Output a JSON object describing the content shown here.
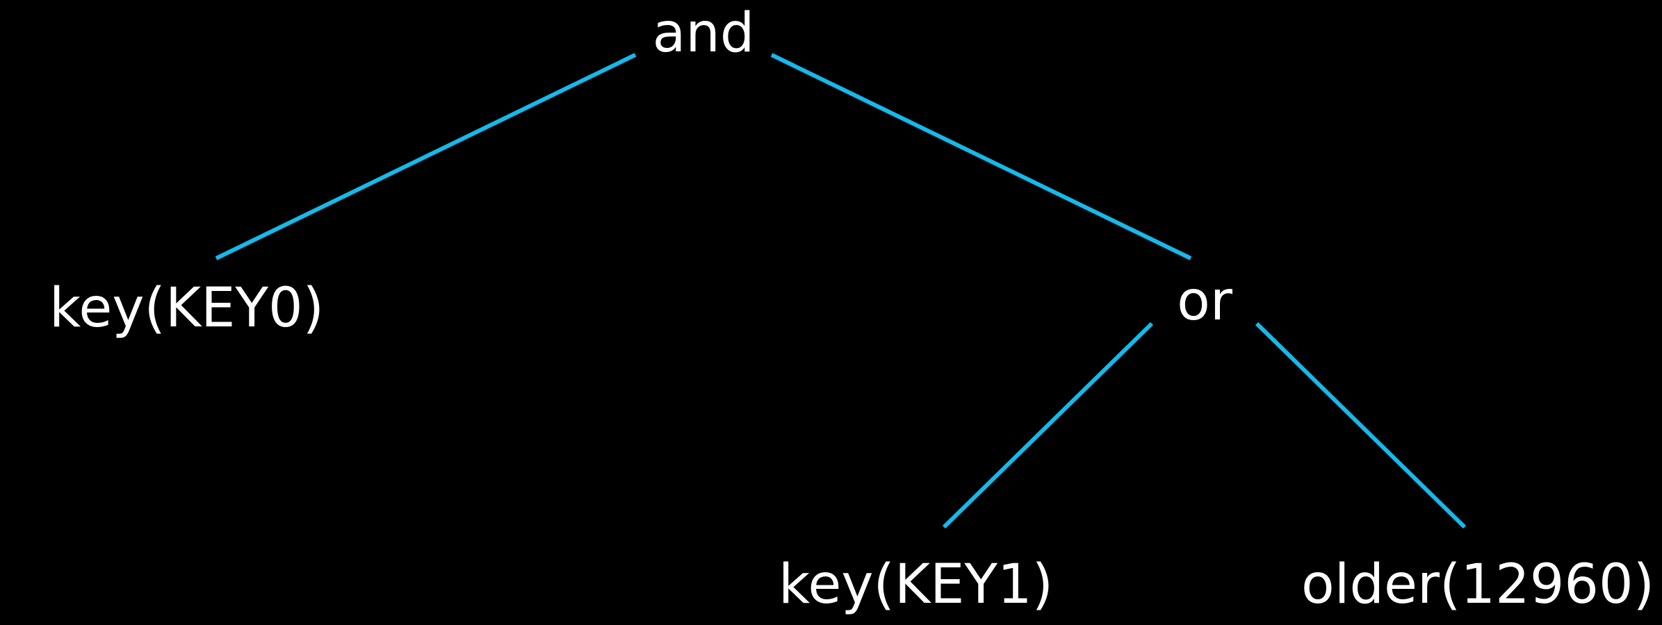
{
  "colors": {
    "background": "#000000",
    "text": "#ffffff",
    "edge": "#15b9ea"
  },
  "tree": {
    "root": "and",
    "left_leaf": "key(KEY0)",
    "or_node": "or",
    "or_left_leaf": "key(KEY1)",
    "or_right_leaf": "older(12960)"
  }
}
